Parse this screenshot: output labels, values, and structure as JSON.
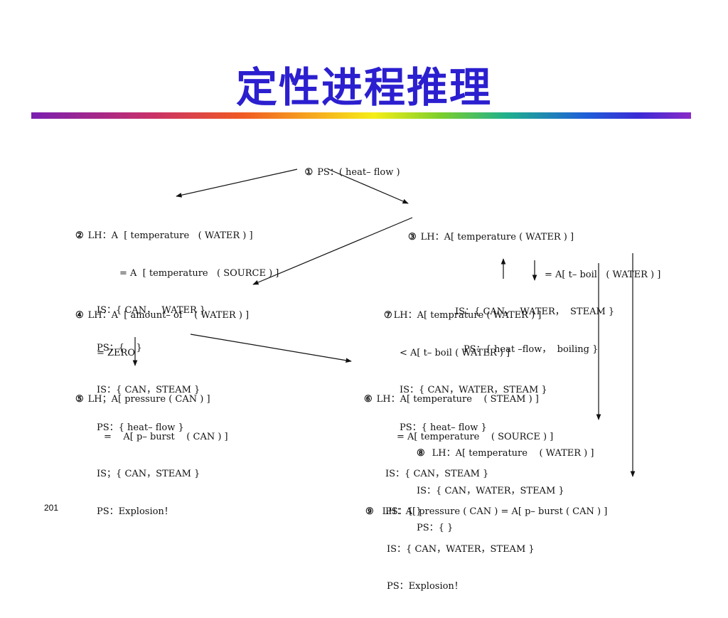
{
  "slide": {
    "title": "定性进程推理",
    "page_number": "201"
  },
  "nodes": {
    "n1": {
      "num": "①",
      "lines": [
        "PS：( heat– flow )"
      ]
    },
    "n2": {
      "num": "②",
      "lines": [
        "LH：A  [ temperature   ( WATER ) ]",
        "= A  [ temperature   ( SOURCE ) ]",
        "IS：{ CAN，  WATER }",
        "PS：{    }"
      ]
    },
    "n3": {
      "num": "③",
      "lines": [
        "LH：A[ temperature ( WATER ) ]",
        "= A[ t– boil   ( WATER ) ]",
        "IS：{ CAN，  WATER，  STEAM }",
        "PS：{ heat –flow，  boiling }"
      ]
    },
    "n4": {
      "num": "④",
      "lines": [
        "LH：A  [ amount– of    ( WATER ) ]",
        "= ZERO",
        "IS：{ CAN，STEAM }",
        "PS：{ heat– flow }"
      ]
    },
    "n5": {
      "num": "⑤",
      "lines": [
        "LH；A[ pressure ( CAN ) ]",
        "=    A[ p– burst    ( CAN ) ]",
        "IS；{ CAN，STEAM }",
        "PS：Explosion！"
      ]
    },
    "n6": {
      "num": "⑥",
      "lines": [
        "LH：A[ temperature    ( STEAM ) ]",
        "= A[ temperature    ( SOURCE ) ]",
        "IS：{ CAN，STEAM }",
        "PS：{ }"
      ]
    },
    "n7": {
      "num": "⑦",
      "lines": [
        "LH：A[ temprature ( WATER ) ]",
        "< A[ t– boil ( WATER ) ]",
        "IS：{ CAN，WATER，STEAM }",
        "PS：{ heat– flow }"
      ]
    },
    "n8": {
      "num": "⑧",
      "lines": [
        "LH：A[ temperature    ( WATER ) ]",
        "IS：{ CAN，WATER，STEAM }",
        "PS：{ }"
      ]
    },
    "n9": {
      "num": "⑨",
      "lines": [
        "LH：A[ pressure ( CAN ) = A[ p– burst ( CAN ) ]",
        "IS：{ CAN，WATER，STEAM }",
        "PS：Explosion！"
      ]
    }
  }
}
